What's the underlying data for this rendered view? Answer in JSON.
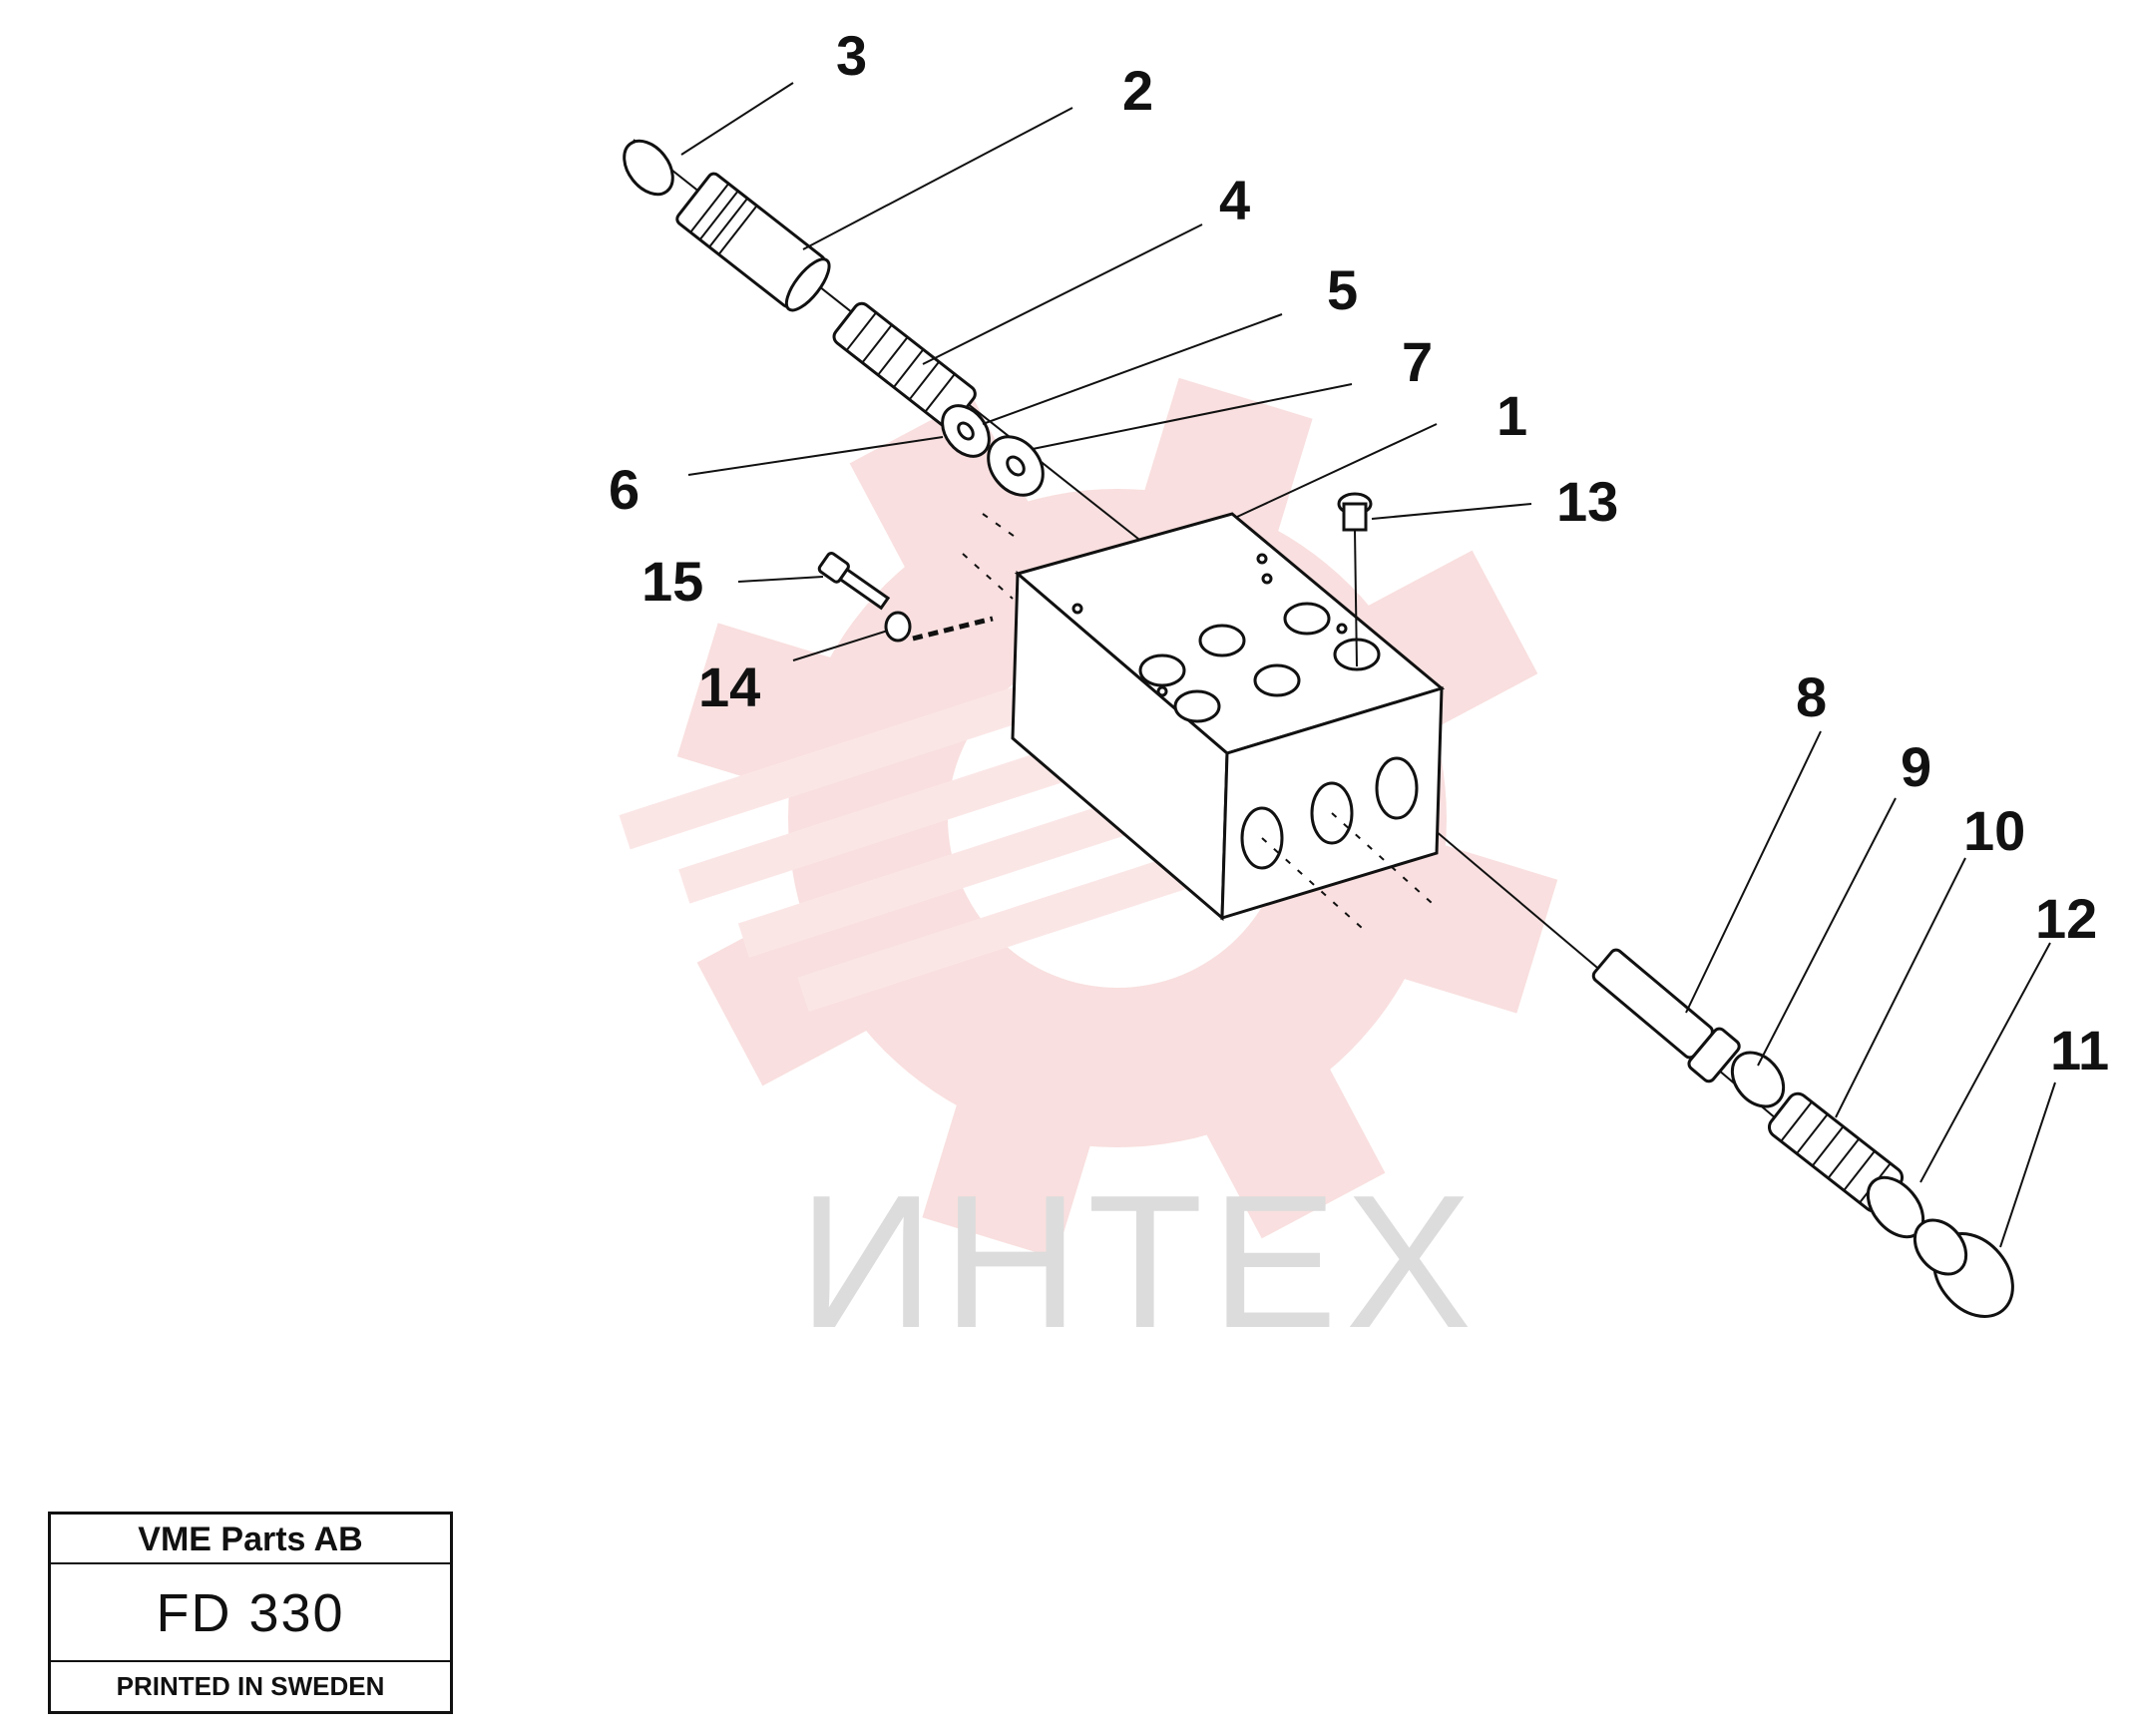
{
  "watermark": {
    "text": "ИНТЕХ"
  },
  "callouts": [
    {
      "id": "c1",
      "text": "1"
    },
    {
      "id": "c2",
      "text": "2"
    },
    {
      "id": "c3",
      "text": "3"
    },
    {
      "id": "c4",
      "text": "4"
    },
    {
      "id": "c5",
      "text": "5"
    },
    {
      "id": "c6",
      "text": "6"
    },
    {
      "id": "c7",
      "text": "7"
    },
    {
      "id": "c8",
      "text": "8"
    },
    {
      "id": "c9",
      "text": "9"
    },
    {
      "id": "c10",
      "text": "10"
    },
    {
      "id": "c11",
      "text": "11"
    },
    {
      "id": "c12",
      "text": "12"
    },
    {
      "id": "c13",
      "text": "13"
    },
    {
      "id": "c14",
      "text": "14"
    },
    {
      "id": "c15",
      "text": "15"
    }
  ],
  "stamp": {
    "company": "VME Parts AB",
    "code": "FD 330",
    "printed": "PRINTED IN SWEDEN"
  }
}
